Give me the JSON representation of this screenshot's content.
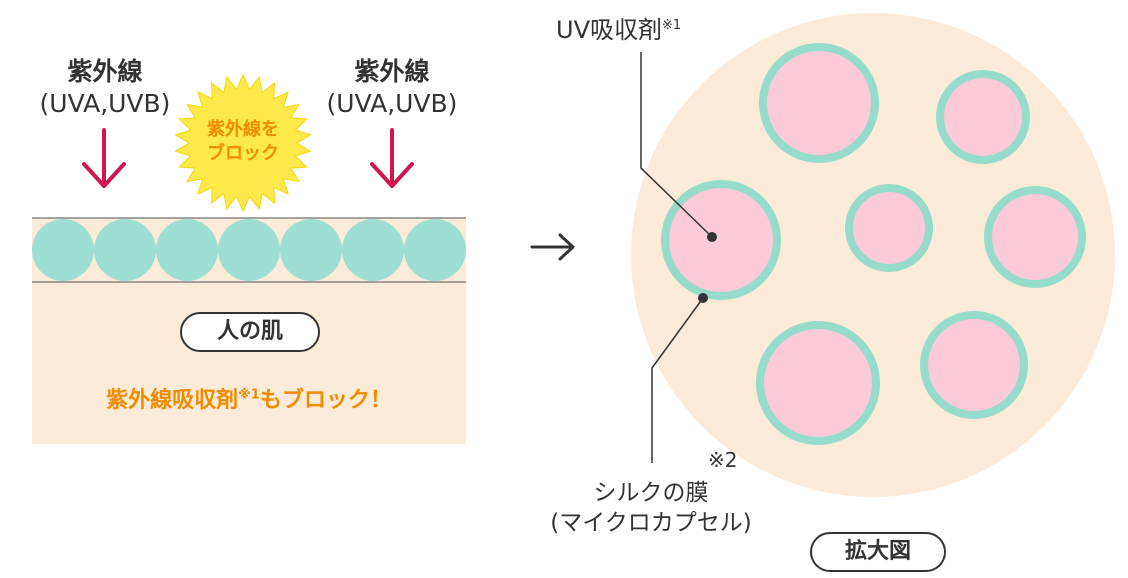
{
  "left": {
    "uv_left_title": "紫外線",
    "uv_left_sub": "(UVA,UVB)",
    "uv_right_title": "紫外線",
    "uv_right_sub": "(UVA,UVB)",
    "burst_line1": "紫外線を",
    "burst_line2": "ブロック",
    "skin_label": "人の肌",
    "block_text": "紫外線吸収剤",
    "block_note": "※1",
    "block_text_end": "もブロック！"
  },
  "arrow": "→",
  "right": {
    "absorber_label": "UV吸収剤",
    "absorber_note": "※1",
    "film_note": "※2",
    "film_label": "シルクの膜",
    "film_sub": "(マイクロカプセル)",
    "zoom_label": "拡大図"
  },
  "colors": {
    "skin": "#fdebd9",
    "bead": "#9ddfd2",
    "capsule_core": "#fccad9",
    "capsule_ring": "#95dccb",
    "arrow_red": "#d1164f",
    "burst": "#fde94a",
    "orange_text": "#f08c00"
  }
}
